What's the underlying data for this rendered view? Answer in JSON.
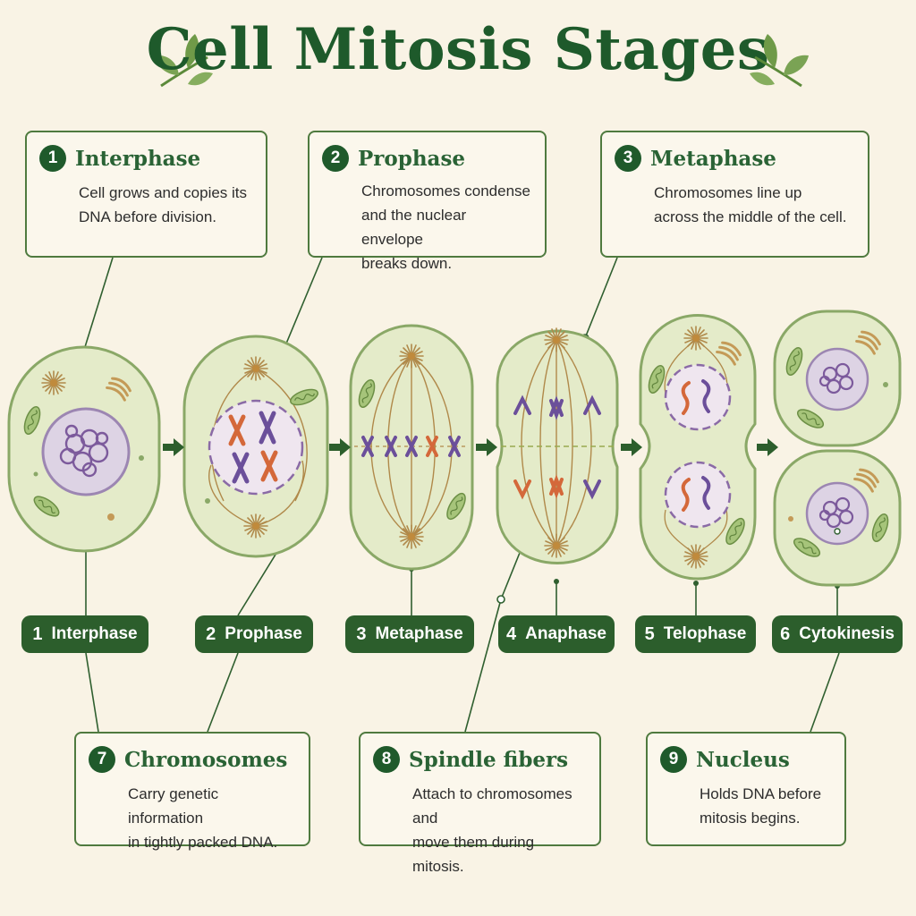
{
  "title": "Cell Mitosis Stages",
  "cards": [
    {
      "number": "1",
      "title": "Interphase",
      "lines": [
        "Cell grows and copies its",
        "DNA before division."
      ]
    },
    {
      "number": "2",
      "title": "Prophase",
      "lines": [
        "Chromosomes condense",
        "and the nuclear envelope",
        "breaks down."
      ]
    },
    {
      "number": "3",
      "title": "Metaphase",
      "lines": [
        "Chromosomes line up",
        "across the middle of the cell."
      ]
    },
    {
      "number": "7",
      "title": "Chromosomes",
      "lines": [
        "Carry genetic information",
        "in tightly packed DNA."
      ]
    },
    {
      "number": "8",
      "title": "Spindle fibers",
      "lines": [
        "Attach to chromosomes and",
        "move them during mitosis."
      ]
    },
    {
      "number": "9",
      "title": "Nucleus",
      "lines": [
        "Holds DNA before",
        "mitosis begins."
      ]
    }
  ],
  "stages": [
    {
      "number": "1",
      "label": "Interphase"
    },
    {
      "number": "2",
      "label": "Prophase"
    },
    {
      "number": "3",
      "label": "Metaphase"
    },
    {
      "number": "4",
      "label": "Anaphase"
    },
    {
      "number": "5",
      "label": "Telophase"
    },
    {
      "number": "6",
      "label": "Cytokinesis"
    }
  ],
  "colors": {
    "dark_green": "#1f5a2b",
    "title_green": "#1e5a2b",
    "card_border": "#4f7a3f",
    "cell_fill": "#e4ebc9",
    "cell_border": "#8aa867",
    "nucleus_fill": "#ddd3e4",
    "chromatin": "#7c5a9c",
    "chromosome_orange": "#d4683a",
    "chromosome_purple": "#6b4f9a",
    "spindle": "#b0894a",
    "background": "#f9f3e5"
  },
  "icons": [
    "leaf-icon",
    "arrow-right-icon",
    "centrosome-icon",
    "mitochondrion-icon",
    "golgi-icon"
  ]
}
